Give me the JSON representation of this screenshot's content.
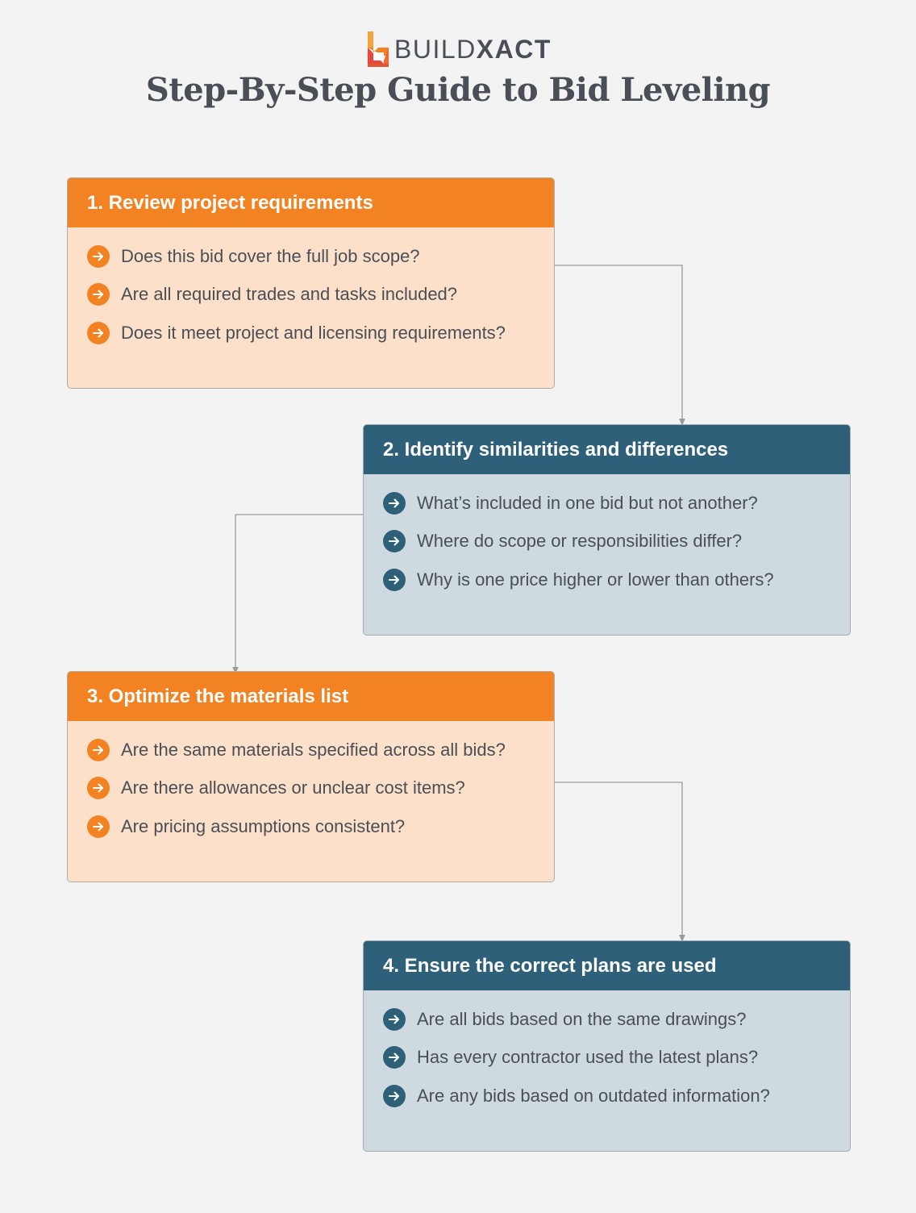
{
  "logo": {
    "text_light": "BUILD",
    "text_bold": "XACT"
  },
  "title": "Step-By-Step Guide to Bid Leveling",
  "colors": {
    "orange": "#f28222",
    "orange_light": "#fce0c9",
    "blue": "#2f6079",
    "blue_light": "#cfdae0",
    "text": "#4a4f57"
  },
  "steps": [
    {
      "title": "1. Review project requirements",
      "items": [
        "Does this bid cover the full job scope?",
        "Are all required trades and tasks included?",
        "Does it meet project and licensing requirements?"
      ]
    },
    {
      "title": "2. Identify similarities and differences",
      "items": [
        "What’s included in one bid but not another?",
        "Where do scope or responsibilities differ?",
        "Why is one price higher or lower than others?"
      ]
    },
    {
      "title": "3. Optimize the materials list",
      "items": [
        "Are the same materials specified across all bids?",
        "Are there allowances or unclear cost items?",
        "Are pricing assumptions consistent?"
      ]
    },
    {
      "title": "4. Ensure the correct plans are used",
      "items": [
        "Are all bids based on the same drawings?",
        "Has every contractor used the latest plans?",
        "Are any bids based on outdated information?"
      ]
    }
  ]
}
